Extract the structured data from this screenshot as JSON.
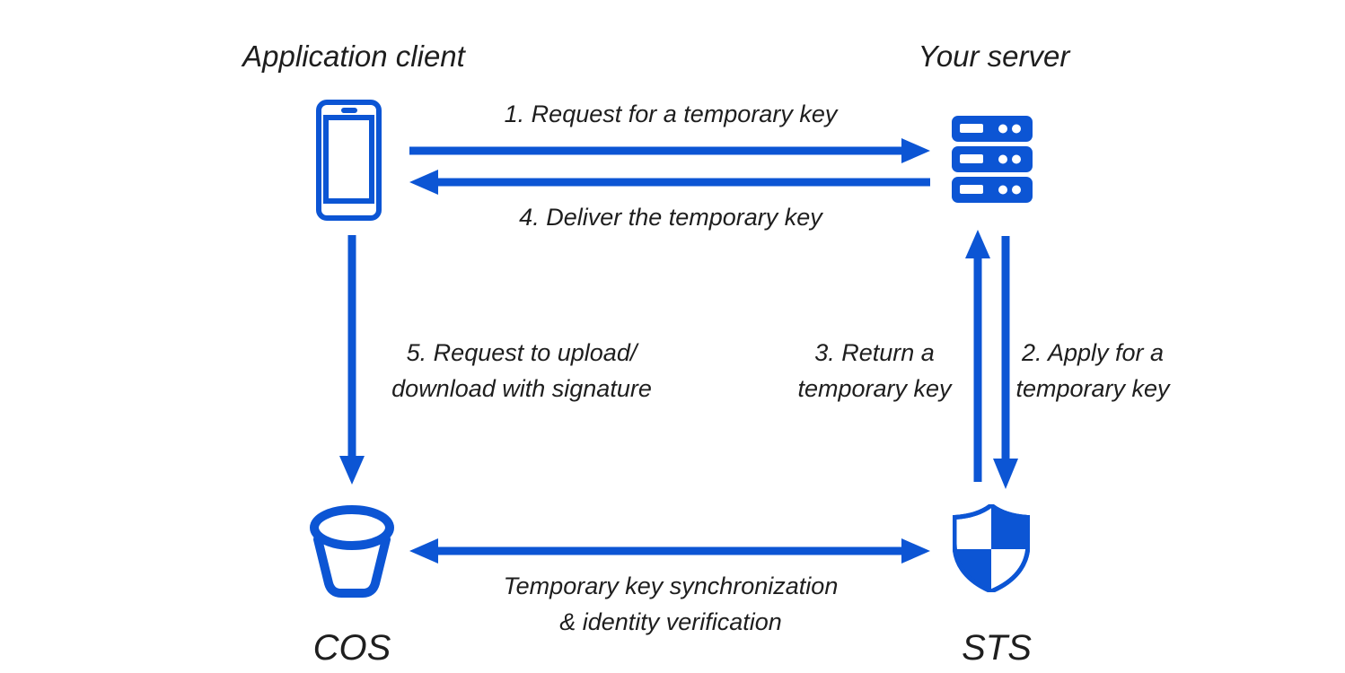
{
  "colors": {
    "accent": "#0C55D4",
    "text": "#1E1E1E",
    "background": "#FFFFFF"
  },
  "nodes": {
    "client": {
      "title": "Application client",
      "icon": "smartphone-icon"
    },
    "server": {
      "title": "Your server",
      "icon": "server-rack-icon"
    },
    "cos": {
      "label": "COS",
      "icon": "storage-bucket-icon"
    },
    "sts": {
      "label": "STS",
      "icon": "security-shield-icon"
    }
  },
  "flows": {
    "step1": "1. Request for a temporary key",
    "step2": "2. Apply for a\ntemporary key",
    "step3": "3. Return a\ntemporary key",
    "step4": "4. Deliver the temporary key",
    "step5": "5. Request to upload/\ndownload with signature",
    "sync": "Temporary key synchronization\n& identity verification"
  }
}
